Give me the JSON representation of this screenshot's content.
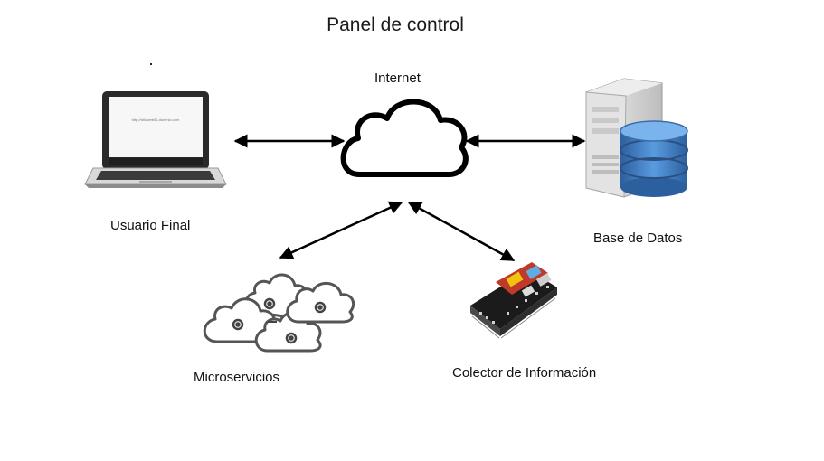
{
  "title": "Panel de control",
  "nodes": {
    "internet": {
      "label": "Internet",
      "icon": "cloud-icon"
    },
    "user": {
      "label": "Usuario Final",
      "icon": "laptop-icon",
      "screen_text": "http://sitioweb01.dominio.com"
    },
    "database": {
      "label": "Base de Datos",
      "icon": "database-server-icon"
    },
    "microservices": {
      "label": "Microservicios",
      "icon": "microservices-clouds-icon"
    },
    "collector": {
      "label": "Colector de Información",
      "icon": "circuit-board-icon"
    }
  },
  "connections": [
    {
      "from": "user",
      "to": "internet",
      "direction": "bidirectional"
    },
    {
      "from": "internet",
      "to": "database",
      "direction": "bidirectional"
    },
    {
      "from": "internet",
      "to": "microservices",
      "direction": "bidirectional"
    },
    {
      "from": "internet",
      "to": "collector",
      "direction": "bidirectional"
    }
  ],
  "colors": {
    "cloud_outline": "#4a4a4a",
    "db_blue": "#3f7fc6",
    "board_red": "#c0392b"
  }
}
